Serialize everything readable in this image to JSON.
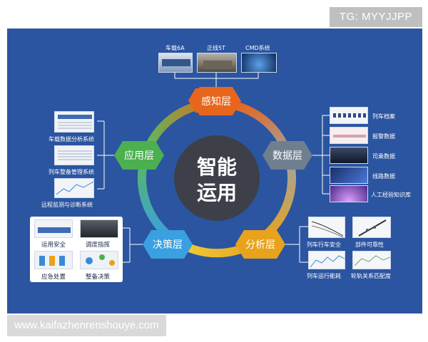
{
  "watermark_top": "TG: MYYJJPP",
  "watermark_bottom": "www.kaifazhenrenshouye.com",
  "center": {
    "line1": "智能",
    "line2": "运用"
  },
  "layers": {
    "perception": "感知层",
    "data": "数据层",
    "analysis": "分析层",
    "decision": "决策层",
    "application": "应用层"
  },
  "perception_items": [
    "车载6A",
    "正线5T",
    "CMD系统"
  ],
  "data_items": [
    "列车档案",
    "报警数据",
    "司乘数据",
    "线路数据",
    "人工经验知识库"
  ],
  "analysis_items": [
    "列车行车安全",
    "部件可靠性",
    "列车运行能耗",
    "轮轨关系匹配度"
  ],
  "decision_items": [
    "运用安全",
    "调度指挥",
    "应急处置",
    "整备决策"
  ],
  "application_items": [
    "车载数据分析系统",
    "列车整备管理系统",
    "远程监测与诊断系统"
  ],
  "colors": {
    "panel": "#2b55a0",
    "perception": "#e8661c",
    "data": "#6f7f90",
    "analysis": "#e8a21c",
    "decision": "#3aa0e0",
    "application": "#4caf50"
  }
}
